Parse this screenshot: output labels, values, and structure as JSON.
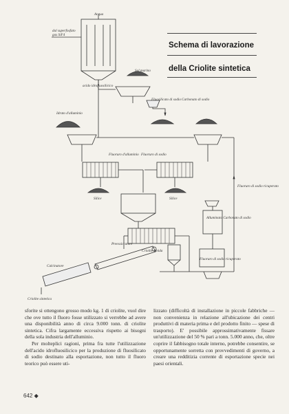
{
  "title": {
    "line1": "Schema di lavorazione",
    "line2": "della Criolite sintetica"
  },
  "diagram_labels": {
    "superfosfato": "dal superfosfato",
    "superfosfato_2": "gas SiF4",
    "acqua": "Acqua",
    "acido": "acido idrofluosilicico",
    "sal_marino": "Sal marino",
    "fluosilicato": "Fluosilicato di sodio",
    "carbonato": "Carbonato di sodio",
    "idrato": "Idrato d'alluminio",
    "fluoruro_alluminio": "Fluoruro d'alluminio",
    "fluoruro_sodio": "Fluoruro di sodio",
    "silice_left": "Silice",
    "silice_right": "Silice",
    "fluoruro_recuperato": "Fluoruro di sodio ricuperato",
    "alluminio_carbonato": "Alluminato Carbonato di sodio",
    "criolite_umida": "Criolite umida",
    "preessiccatore": "Preessiccatore",
    "calcinatore": "Calcinatore",
    "criolite_sintetica": "Criolite sintetica",
    "fluoruro_sodio_ricup": "Fluoruro di sodio ricuperato"
  },
  "body": {
    "left": "sforite si ottengono grosso modo kg. 1 di criolite, vuol dire che ove tutto il fluoro fosse utilizzato si verrebbe ad avere una disponibilità anno di circa 9.000 tonn. di criolite sintetica. Cifra largamente eccessiva rispetto ai bisogni della sola industria dell'alluminio.",
    "left2": "Per molteplici ragioni, prima fra tutte l'utilizzazione dell'acido idrofluosilicico per la produzione di fluosilicato di sodio destinato alla esportazione, non tutto il fluoro teorico può essere uti-",
    "right": "lizzato (difficoltà di installazione in piccole fabbriche — non convenienza in relazione all'ubicazione dei centri produttivi di materia prima e del prodotto finito — spese di trasporto). E' possibile approssimativamente fissare un'utilizzazione del 50 % pari a tonn. 5.000 anno, che, oltre coprire il fabbisogno totale interno, potrebbe consentire, se opportunamente sorretta con provvedimenti di governo, a creare una redditizia corrente di esportazione specie nei paesi orientali."
  },
  "page_number": "642 ◆"
}
